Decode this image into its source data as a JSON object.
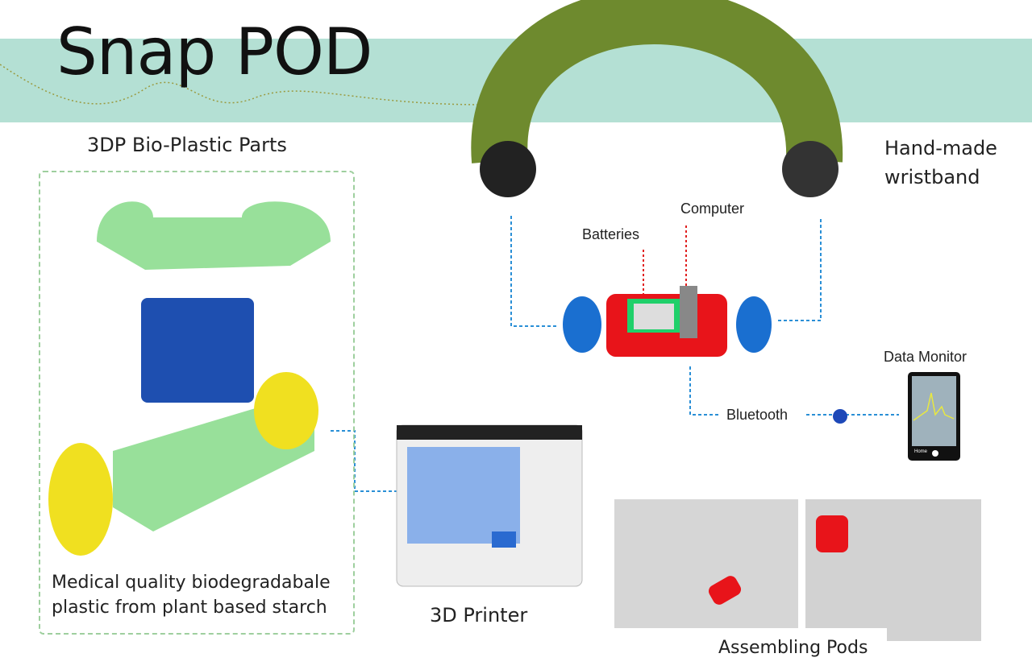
{
  "title": "Snap POD",
  "labels": {
    "bio_parts": "3DP Bio-Plastic Parts",
    "wristband": "Hand-made wristband",
    "computer": "Computer",
    "batteries": "Batteries",
    "data_monitor": "Data Monitor",
    "bluetooth": "Bluetooth",
    "printer": "3D Printer",
    "assembling": "Assembling Pods",
    "material_note": "Medical quality biodegradabale plastic from plant based starch",
    "phone_home": "Home"
  },
  "colors": {
    "band": "#b4e0d4",
    "arrow_blue": "#2a8fd6",
    "arrow_red": "#e02020",
    "pod_red": "#e8141a",
    "cap_blue": "#1a6fd0",
    "part_green": "#98e09a",
    "part_yellow": "#f0e020"
  }
}
